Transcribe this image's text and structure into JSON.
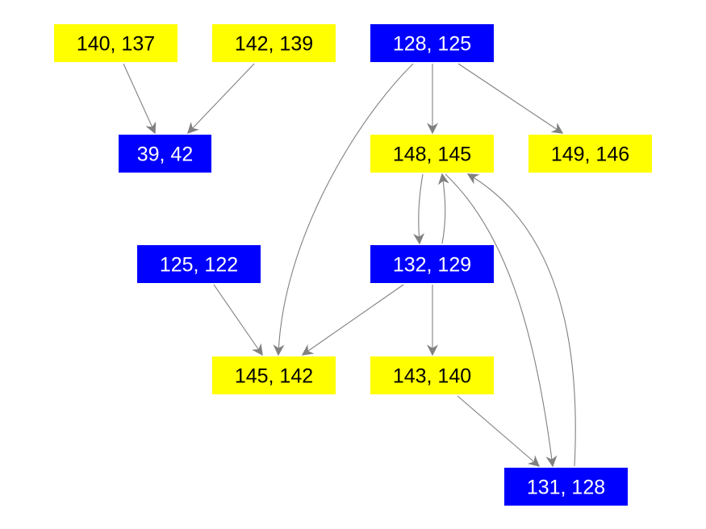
{
  "colors": {
    "yellow": "#ffff00",
    "blue": "#0000ff",
    "edge": "#808080",
    "text_on_yellow": "#000000",
    "text_on_blue": "#ffffff"
  },
  "nodes": [
    {
      "id": "n140",
      "label": "140, 137",
      "color": "yellow"
    },
    {
      "id": "n142",
      "label": "142, 139",
      "color": "yellow"
    },
    {
      "id": "n128",
      "label": "128, 125",
      "color": "blue"
    },
    {
      "id": "n39",
      "label": "39, 42",
      "color": "blue"
    },
    {
      "id": "n148",
      "label": "148, 145",
      "color": "yellow"
    },
    {
      "id": "n149",
      "label": "149, 146",
      "color": "yellow"
    },
    {
      "id": "n125",
      "label": "125, 122",
      "color": "blue"
    },
    {
      "id": "n132",
      "label": "132, 129",
      "color": "blue"
    },
    {
      "id": "n145",
      "label": "145, 142",
      "color": "yellow"
    },
    {
      "id": "n143",
      "label": "143, 140",
      "color": "yellow"
    },
    {
      "id": "n131",
      "label": "131, 128",
      "color": "blue"
    }
  ],
  "edges": [
    {
      "from": "n140",
      "to": "n39"
    },
    {
      "from": "n142",
      "to": "n39"
    },
    {
      "from": "n128",
      "to": "n148"
    },
    {
      "from": "n128",
      "to": "n149"
    },
    {
      "from": "n128",
      "to": "n145"
    },
    {
      "from": "n148",
      "to": "n132"
    },
    {
      "from": "n132",
      "to": "n148"
    },
    {
      "from": "n148",
      "to": "n131"
    },
    {
      "from": "n131",
      "to": "n148"
    },
    {
      "from": "n125",
      "to": "n145"
    },
    {
      "from": "n132",
      "to": "n145"
    },
    {
      "from": "n132",
      "to": "n143"
    },
    {
      "from": "n143",
      "to": "n131"
    }
  ]
}
